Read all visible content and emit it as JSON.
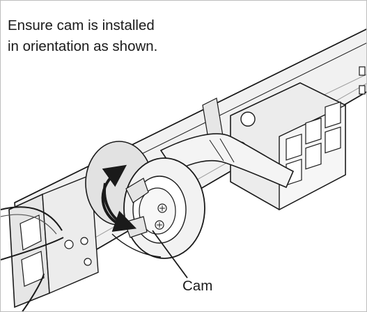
{
  "instruction": {
    "line1": "Ensure cam is installed",
    "line2": "in orientation as shown."
  },
  "callout": {
    "label": "Cam"
  },
  "colors": {
    "line": "#1a1a1a",
    "rail_fill": "#ececec",
    "rail_shade": "#d4d4d4",
    "arrow": "#1a1a1a"
  }
}
